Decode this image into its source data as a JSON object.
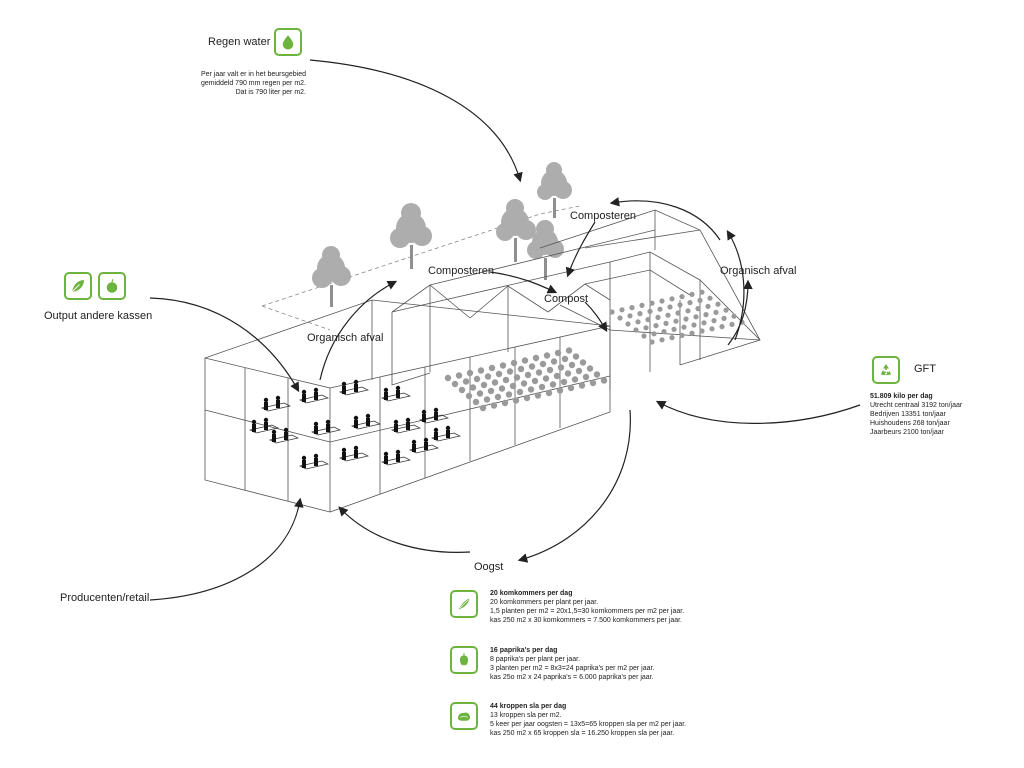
{
  "rain": {
    "title": "Regen water",
    "lines": [
      "Per jaar valt er in het beursgebied",
      "gemiddeld 790 mm regen per m2.",
      "Dat is 790 liter per m2."
    ],
    "icon": "water-drop-icon"
  },
  "output": {
    "title": "Output andere kassen",
    "icons": [
      "leaf-icon",
      "apple-icon"
    ]
  },
  "gft": {
    "title": "GFT",
    "icon": "recycle-icon",
    "headline": "51.809 kilo per dag",
    "lines": [
      "Utrecht centraal 3192 ton/jaar",
      "Bedrijven 13351 ton/jaar",
      "Huishoudens 268 ton/jaar",
      "Jaarbeurs 2100 ton/jaar"
    ]
  },
  "labels": {
    "composteren_left": "Composteren",
    "composteren_right": "Composteren",
    "compost": "Compost",
    "organisch_left": "Organisch afval",
    "organisch_right": "Organisch afval",
    "oogst": "Oogst",
    "producenten": "Producenten/retail"
  },
  "harvest": [
    {
      "icon": "cucumber-icon",
      "title": "20 komkommers per dag",
      "lines": [
        "20 komkommers per plant per jaar.",
        "1,5 planten per m2 = 20x1,5=30 komkommers per m2 per jaar.",
        "kas 250 m2 x 30 komkommers = 7.500 komkommers per jaar."
      ]
    },
    {
      "icon": "bell-pepper-icon",
      "title": "16 paprika's per dag",
      "lines": [
        "8 paprika's per plant per jaar.",
        "3 planten per m2 = 8x3=24 paprika's per m2 per jaar.",
        "kas 25o m2 x 24 paprika's = 6.000 paprika's per jaar."
      ]
    },
    {
      "icon": "lettuce-icon",
      "title": "44 kroppen sla per dag",
      "lines": [
        "13 kroppen sla per m2.",
        "5 keer per jaar oogsten = 13x5=65 kroppen sla per m2 per jaar.",
        "kas 250 m2 x 65 kroppen sla = 16.250 kroppen sla per jaar."
      ]
    }
  ],
  "colors": {
    "accent": "#6db33f",
    "line": "#444444",
    "tree": "#a8a8a8",
    "plant": "#9a9a9a"
  }
}
